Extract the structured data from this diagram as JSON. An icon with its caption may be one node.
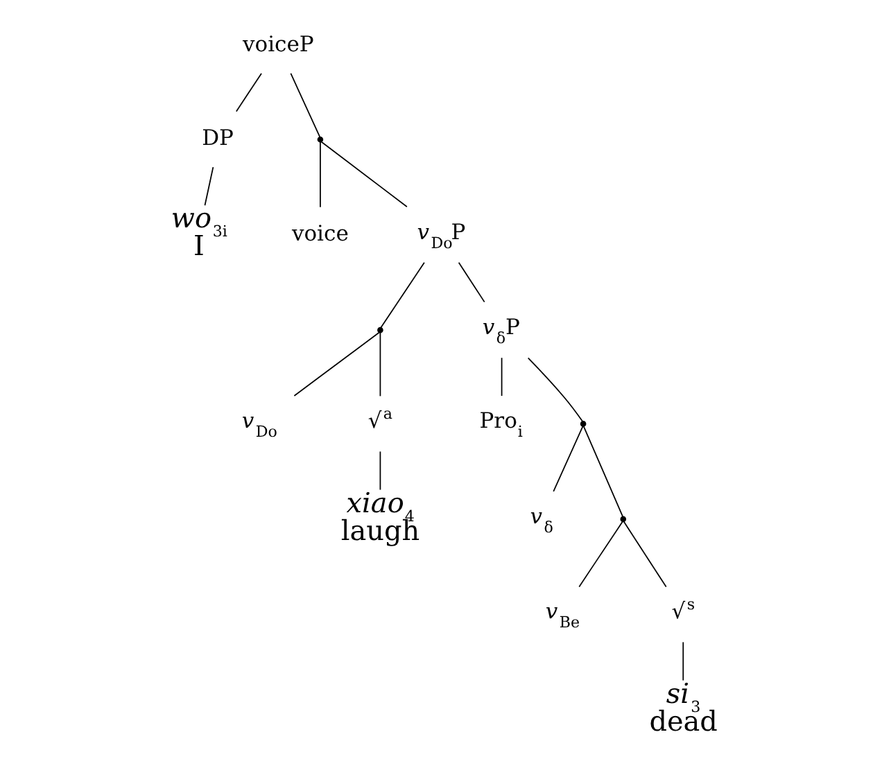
{
  "diagram": {
    "nodes": [
      {
        "text": [
          "voiceP"
        ]
      },
      {
        "text": [
          "DP"
        ]
      },
      {
        "text": [
          "*wo*$_{3i}$",
          "I"
        ]
      },
      {
        "text": [],
        "shape": "point"
      },
      {
        "text": [
          "voice"
        ]
      },
      {
        "text": [
          "*v*$_{Do}$P"
        ]
      },
      {
        "text": [],
        "shape": "point"
      },
      {
        "text": [
          "*v*$_{Do}$"
        ]
      },
      {
        "text": [
          "√$^{a}$"
        ]
      },
      {
        "text": [
          "*xiao*$_{4}$",
          "laugh"
        ]
      },
      {
        "text": [
          "*v*$_{δ}$P"
        ]
      },
      {
        "text": [
          "Pro$_{i}$"
        ]
      },
      {
        "text": [],
        "shape": "point"
      },
      {
        "text": [
          "*v*$_{δ}$"
        ]
      },
      {
        "text": [],
        "shape": "point"
      },
      {
        "text": [
          "*v*$_{Be}$"
        ]
      },
      {
        "text": [
          "√$^{s}$"
        ]
      },
      {
        "text": [
          "*si*$_{3}$",
          "dead"
        ]
      }
    ],
    "edges": [
      {
        "from": 0,
        "to": 1,
        "arrow": "none"
      },
      {
        "from": 0,
        "to": 3,
        "arrow": "none"
      },
      {
        "from": 1,
        "to": 2,
        "arrow": "none"
      },
      {
        "from": 3,
        "to": 4,
        "arrow": "none"
      },
      {
        "from": 3,
        "to": 5,
        "arrow": "none"
      },
      {
        "from": 5,
        "to": 6,
        "arrow": "none"
      },
      {
        "from": 5,
        "to": 10,
        "arrow": "none"
      },
      {
        "from": 6,
        "to": 7,
        "arrow": "none"
      },
      {
        "from": 6,
        "to": 8,
        "arrow": "none"
      },
      {
        "from": 8,
        "to": 9,
        "arrow": "none"
      },
      {
        "from": 10,
        "to": 11,
        "arrow": "none"
      },
      {
        "from": 10,
        "to": 12,
        "arrow": "none"
      },
      {
        "from": 12,
        "to": 13,
        "arrow": "none"
      },
      {
        "from": 12,
        "to": 14,
        "arrow": "none"
      },
      {
        "from": 14,
        "to": 15,
        "arrow": "none"
      },
      {
        "from": 14,
        "to": 16,
        "arrow": "none"
      },
      {
        "from": 16,
        "to": 17,
        "arrow": "none"
      }
    ]
  }
}
